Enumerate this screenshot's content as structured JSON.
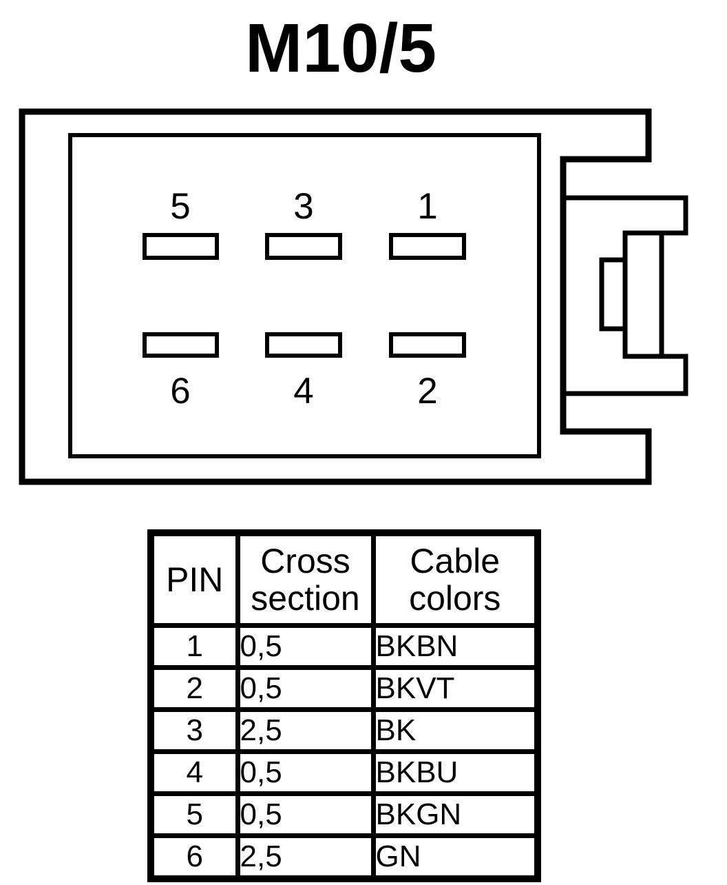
{
  "title": "M10/5",
  "colors": {
    "line": "#000000",
    "background": "#ffffff"
  },
  "connector": {
    "pins_top": [
      "5",
      "3",
      "1"
    ],
    "pins_bottom": [
      "6",
      "4",
      "2"
    ]
  },
  "table": {
    "headers": {
      "pin": "PIN",
      "cross_section": "Cross\nsection",
      "cable_colors": "Cable\ncolors"
    },
    "rows": [
      {
        "pin": "1",
        "cross_section": "0,5",
        "cable_color": "BKBN"
      },
      {
        "pin": "2",
        "cross_section": "0,5",
        "cable_color": "BKVT"
      },
      {
        "pin": "3",
        "cross_section": "2,5",
        "cable_color": "BK"
      },
      {
        "pin": "4",
        "cross_section": "0,5",
        "cable_color": "BKBU"
      },
      {
        "pin": "5",
        "cross_section": "0,5",
        "cable_color": "BKGN"
      },
      {
        "pin": "6",
        "cross_section": "2,5",
        "cable_color": "GN"
      }
    ]
  }
}
